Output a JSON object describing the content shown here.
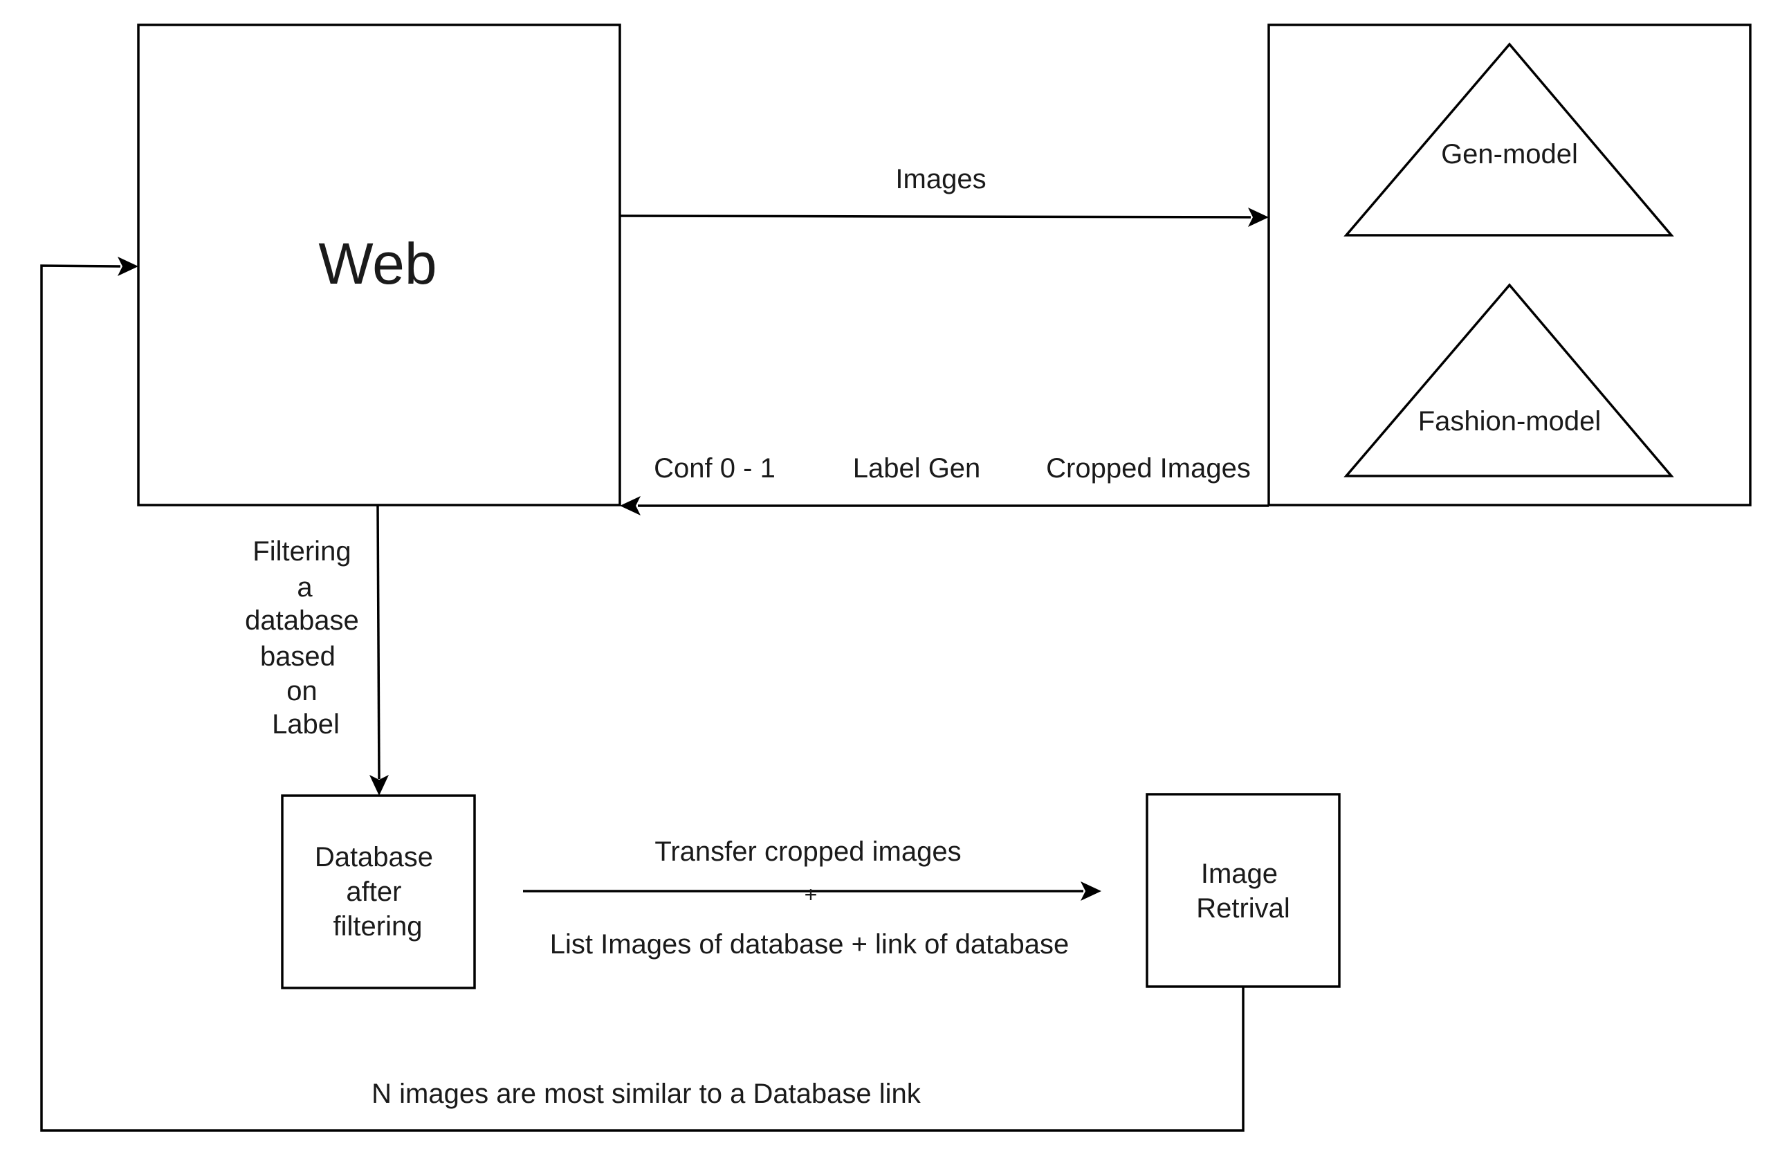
{
  "nodes": {
    "web": "Web",
    "gen_model": "Gen-model",
    "fashion_model": "Fashion-model",
    "database_after_filtering": [
      "Database",
      "after",
      "filtering"
    ],
    "image_retrieval": [
      "Image",
      "Retrival"
    ]
  },
  "edges": {
    "images": "Images",
    "conf": "Conf 0 - 1",
    "label_gen": "Label Gen",
    "cropped_images": "Cropped Images",
    "filtering": [
      "Filtering",
      "a",
      "database",
      "based",
      "on",
      "Label"
    ],
    "transfer_top": "Transfer cropped images",
    "transfer_plus": "+",
    "transfer_bottom": "List Images of database + link of database",
    "return_link": "N images are most similar to a Database link"
  }
}
